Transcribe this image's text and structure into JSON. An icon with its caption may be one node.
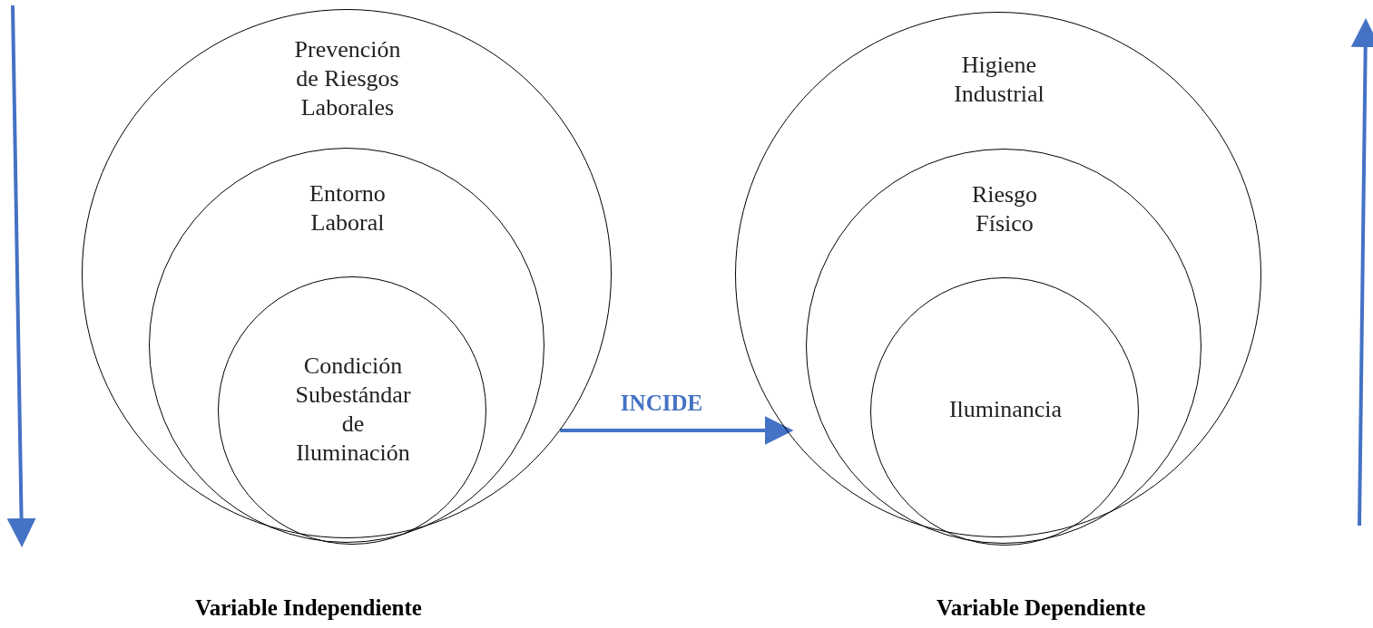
{
  "diagram": {
    "nodes": [
      {
        "text": [
          "Prevención de Riesgos Laborales"
        ]
      },
      {
        "text": [
          "Entorno Laboral"
        ],
        "in": 0
      },
      {
        "text": [
          "Condición Subestándar de Iluminación"
        ],
        "in": 1
      },
      {
        "text": [
          "Higiene Industrial"
        ]
      },
      {
        "text": [
          "Riesgo Físico"
        ],
        "in": 3
      },
      {
        "text": [
          "Iluminancia"
        ],
        "in": 4
      }
    ],
    "edges": [
      {
        "from": 0,
        "to": 3,
        "arrow": "to",
        "label": "INCIDE"
      }
    ],
    "labels": [
      "Variable Independiente",
      "Variable Dependiente"
    ]
  }
}
